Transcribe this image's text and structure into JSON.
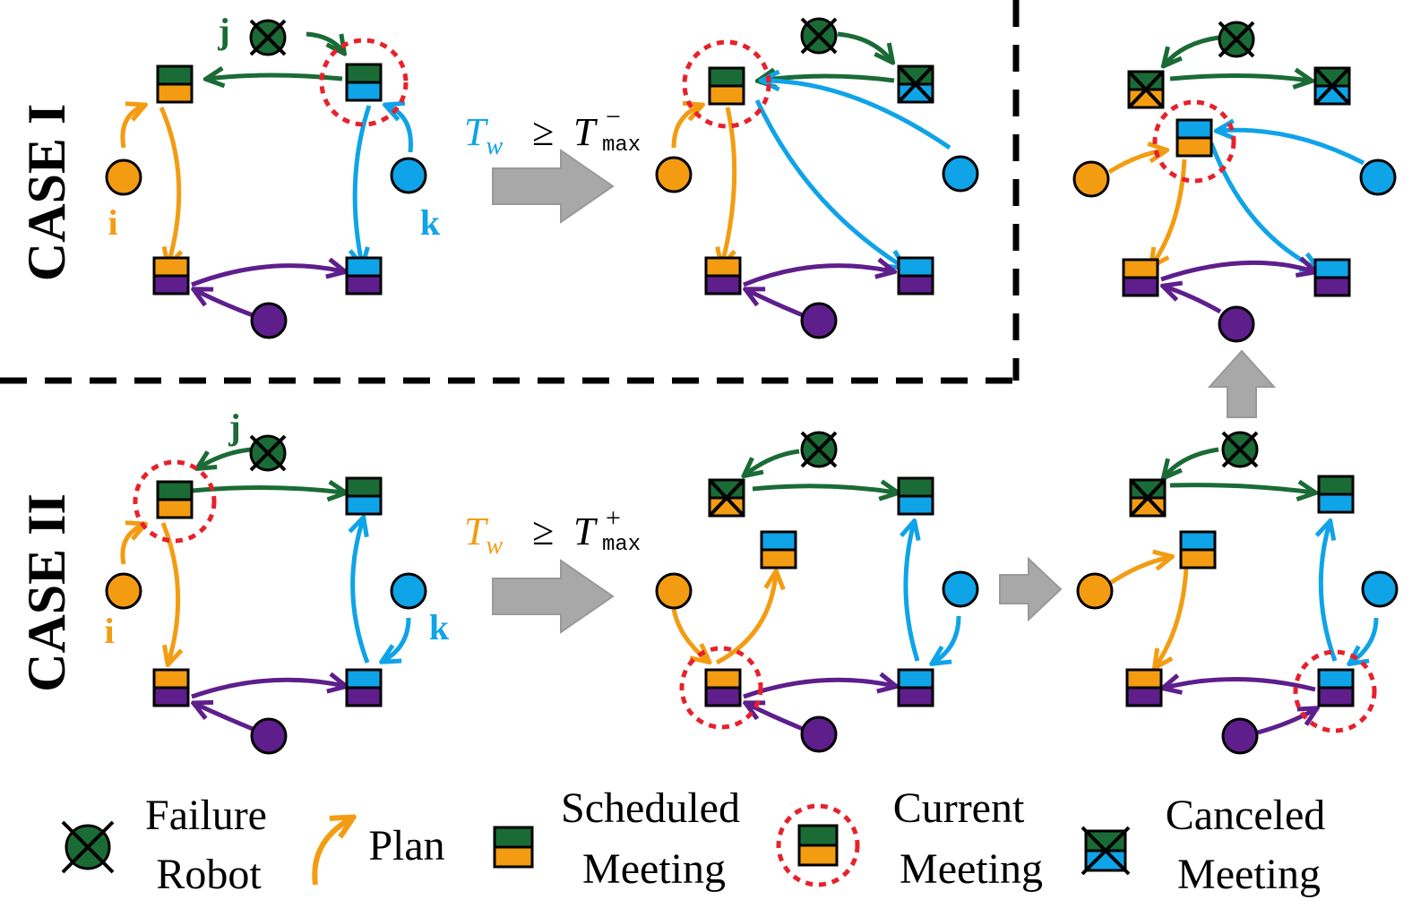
{
  "colors": {
    "orange": "#F39C12",
    "green": "#1A6B35",
    "blue": "#0FA3E8",
    "purple": "#5E1E8C",
    "red_dashed": "#E8202A",
    "gray_arrow": "#A8A8A8",
    "black": "#000000"
  },
  "cases": {
    "case1_label": "CASE I",
    "case2_label": "CASE II"
  },
  "robot_labels": {
    "i": "i",
    "j": "j",
    "k": "k"
  },
  "conditions": {
    "case1": {
      "T": "T",
      "sub": "w",
      "geq": "≥",
      "Tmax": "T",
      "sup": "−",
      "max": "max"
    },
    "case2": {
      "T": "T",
      "sub": "w",
      "geq": "≥",
      "Tmax": "T",
      "sup": "+",
      "max": "max"
    }
  },
  "legend": {
    "failure_line1": "Failure",
    "failure_line2": "Robot",
    "plan": "Plan",
    "scheduled_line1": "Scheduled",
    "scheduled_line2": "Meeting",
    "current_line1": "Current",
    "current_line2": "Meeting",
    "canceled_line1": "Canceled",
    "canceled_line2": "Meeting",
    "icons": [
      "failure-robot-icon",
      "plan-arrow-icon",
      "scheduled-meeting-icon",
      "current-meeting-icon",
      "canceled-meeting-icon"
    ]
  }
}
